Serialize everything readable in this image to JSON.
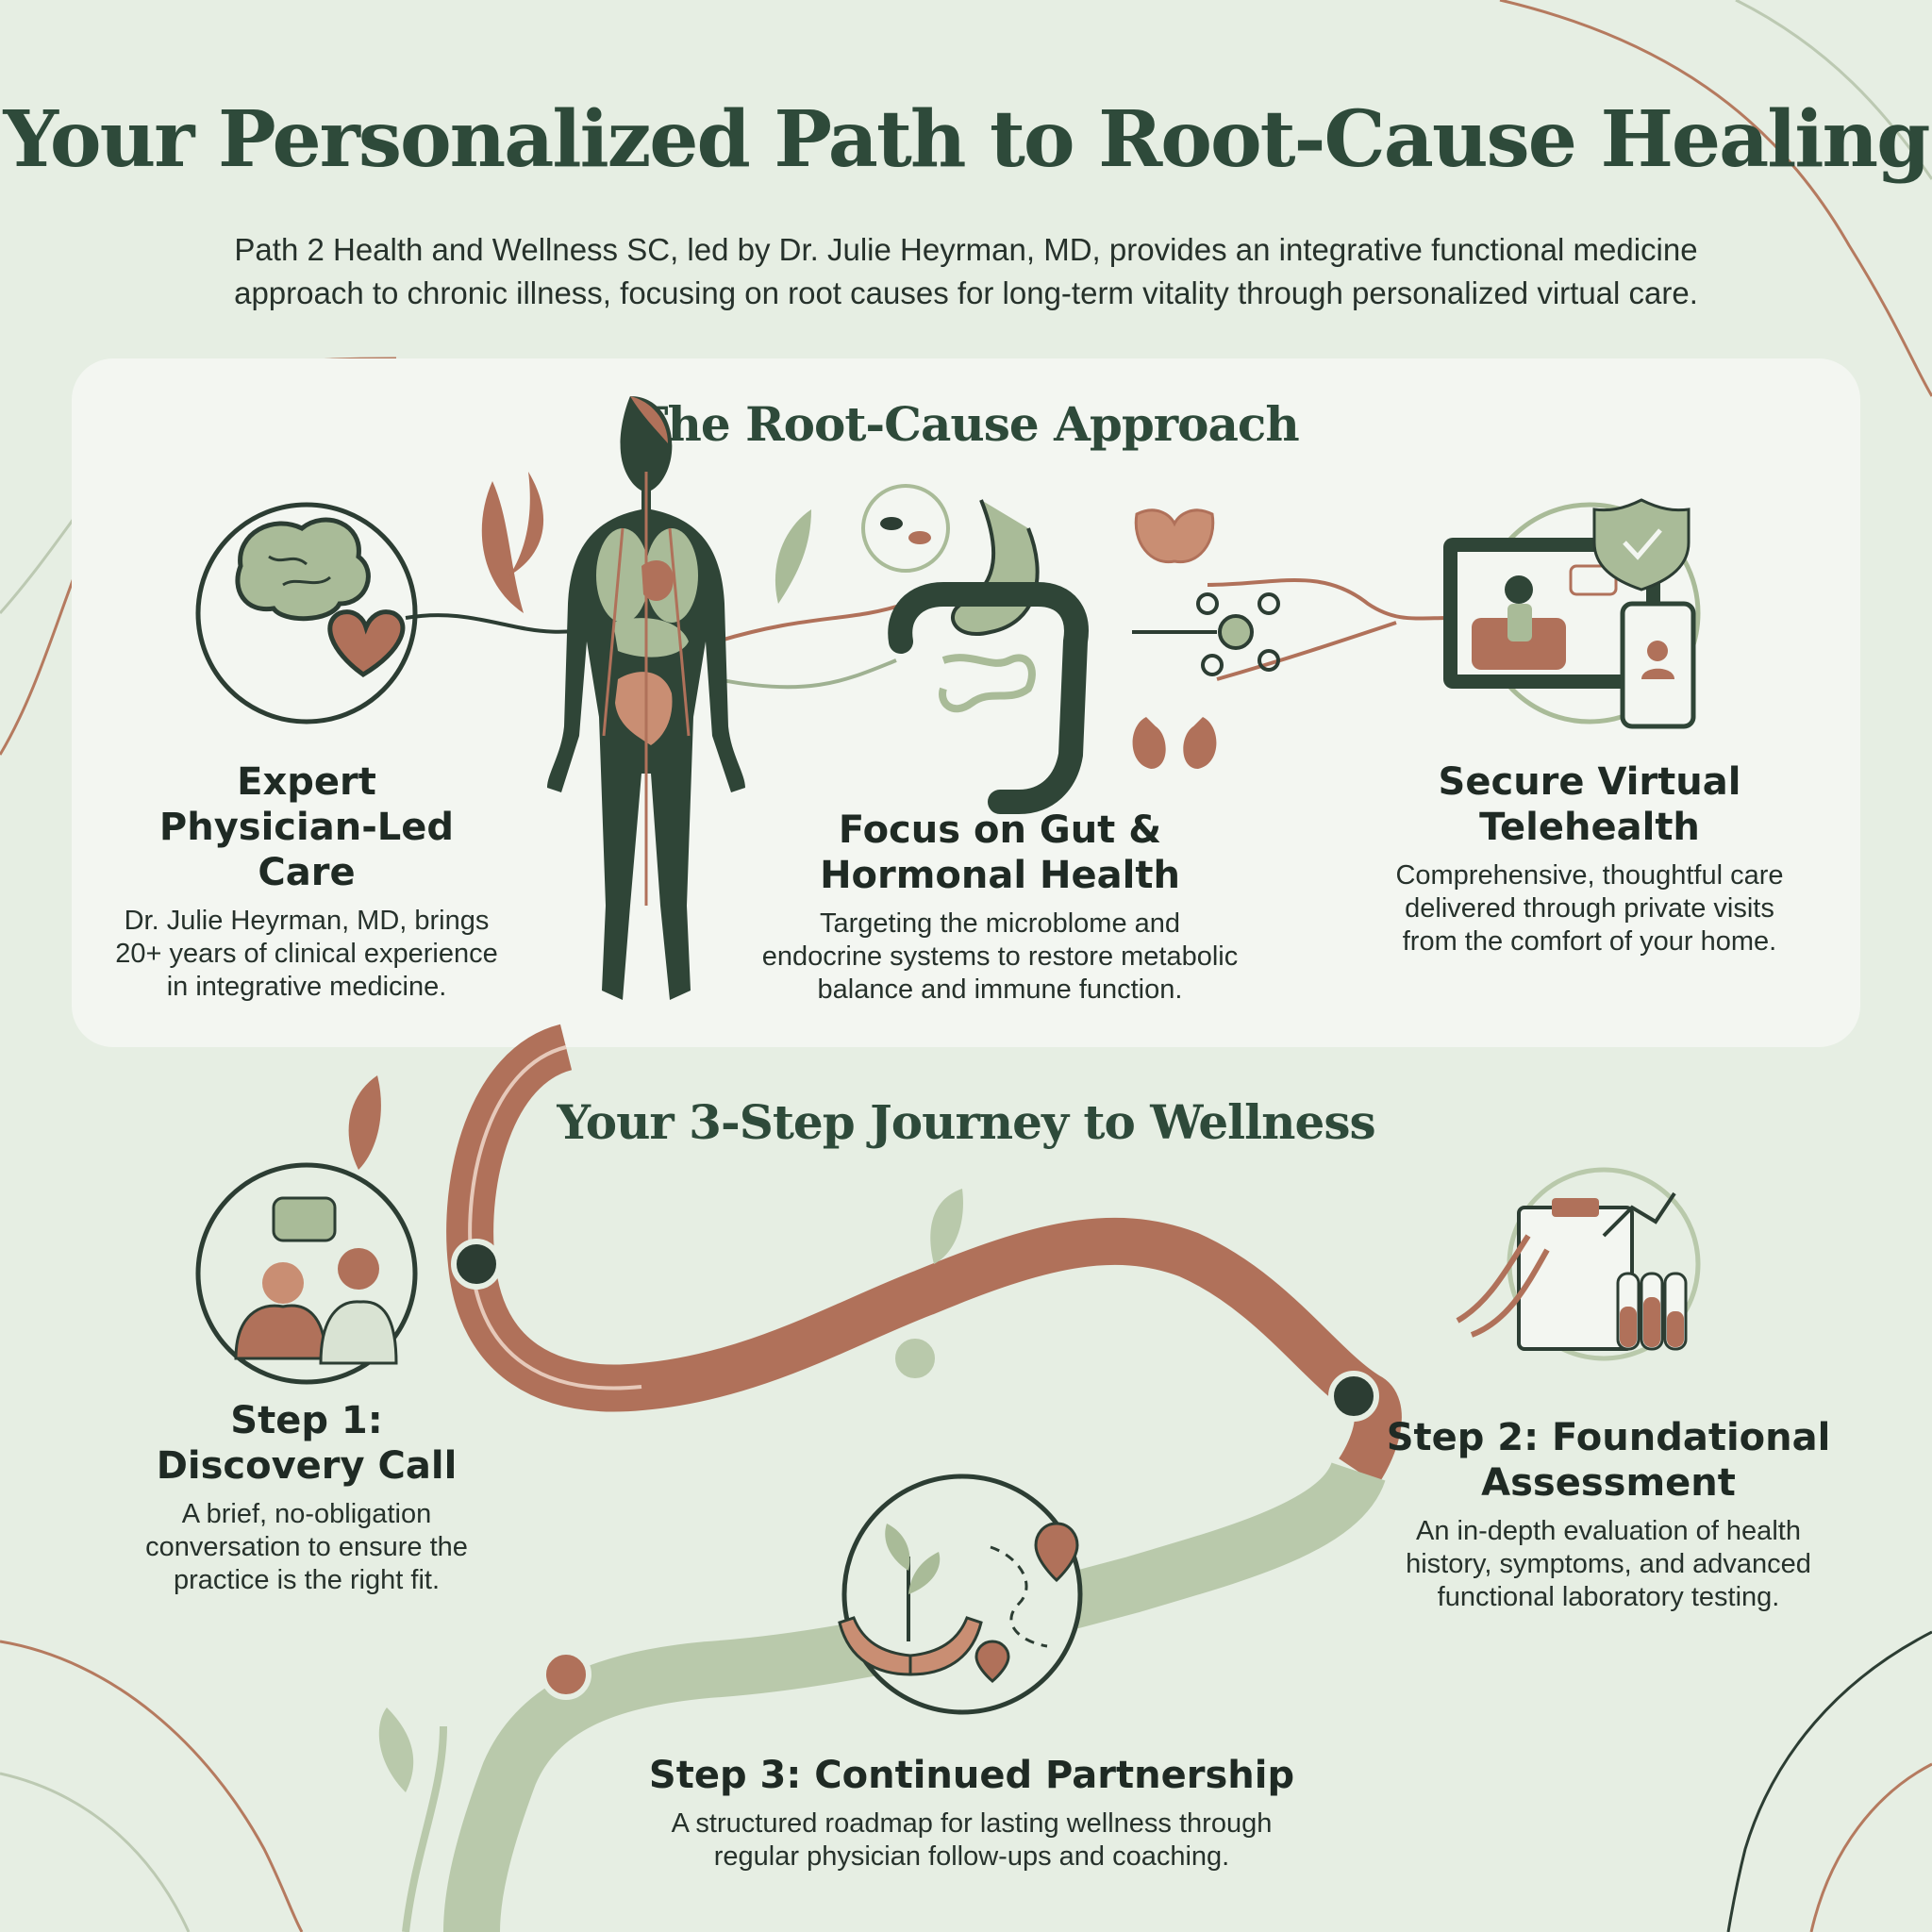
{
  "header": {
    "title": "Your Personalized Path to Root-Cause Healing",
    "subtitle_lines": [
      "Path 2 Health and Wellness SC, led by Dr. Julie Heyrman, MD, provides an integrative functional medicine",
      "approach to chronic illness, focusing on root causes for long-term vitality through personalized virtual care."
    ]
  },
  "approach": {
    "title": "The Root-Cause Approach",
    "features": [
      {
        "icon": "brain-heart-icon",
        "title_lines": [
          "Expert",
          "Physician-Led Care"
        ],
        "desc_lines": [
          "Dr. Julie Heyrman, MD, brings",
          "20+ years of clinical experience",
          "in integrative medicine."
        ]
      },
      {
        "icon": "gut-hormone-icon",
        "title_lines": [
          "Focus on Gut &",
          "Hormonal Health"
        ],
        "desc_lines": [
          "Targeting the microblome and",
          "endocrine systems to restore metabolic",
          "balance and immune function."
        ]
      },
      {
        "icon": "telehealth-icon",
        "title_lines": [
          "Secure Virtual",
          "Telehealth"
        ],
        "desc_lines": [
          "Comprehensive, thoughtful care",
          "delivered through private visits",
          "from the comfort of your home."
        ]
      }
    ]
  },
  "journey": {
    "title": "Your 3-Step Journey to Wellness",
    "steps": [
      {
        "icon": "conversation-icon",
        "title_lines": [
          "Step 1:",
          "Discovery Call"
        ],
        "desc_lines": [
          "A brief, no-obligation",
          "conversation to ensure the",
          "practice is the right fit."
        ]
      },
      {
        "icon": "lab-assessment-icon",
        "title_lines": [
          "Step 2: Foundational",
          "Assessment"
        ],
        "desc_lines": [
          "An in-depth evaluation of health",
          "history, symptoms, and advanced",
          "functional laboratory testing."
        ]
      },
      {
        "icon": "roadmap-icon",
        "title_lines": [
          "Step 3: Continued Partnership"
        ],
        "desc_lines": [
          "A structured roadmap for lasting wellness through",
          "regular physician follow-ups and coaching."
        ]
      }
    ]
  },
  "colors": {
    "background": "#e6eee3",
    "heading_green": "#2e4a3a",
    "terracotta": "#b0715a",
    "sage": "#b9c9ab",
    "dark_green": "#2c3d33"
  }
}
